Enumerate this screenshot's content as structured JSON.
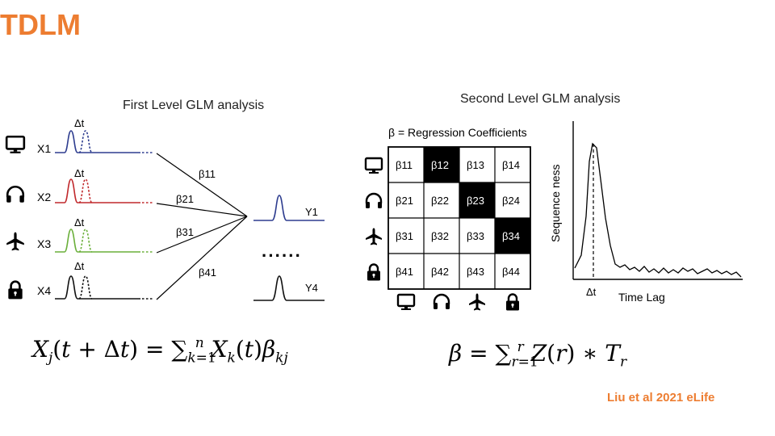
{
  "title": "TDLM",
  "citation": "Liu et al 2021 eLife",
  "first_level": {
    "heading": "First Level GLM analysis",
    "rows": [
      {
        "icon": "monitor-icon",
        "label": "X1",
        "color": "#2E3D8F",
        "delta": "Δt"
      },
      {
        "icon": "headphones-icon",
        "label": "X2",
        "color": "#C0282B",
        "delta": "Δt"
      },
      {
        "icon": "airplane-icon",
        "label": "X3",
        "color": "#6AAF3A",
        "delta": "Δt"
      },
      {
        "icon": "lock-icon",
        "label": "X4",
        "color": "#111111",
        "delta": "Δt"
      }
    ],
    "betas": [
      "β11",
      "β21",
      "β31",
      "β41"
    ],
    "outputs": [
      {
        "label": "Y1",
        "color": "#2E3D8F"
      },
      {
        "label": "Y4",
        "color": "#111111"
      }
    ],
    "dots": "······"
  },
  "second_level": {
    "heading": "Second Level GLM analysis",
    "matrix_caption": "β = Regression Coefficients",
    "matrix": [
      [
        "β11",
        "β12",
        "β13",
        "β14"
      ],
      [
        "β21",
        "β22",
        "β23",
        "β24"
      ],
      [
        "β31",
        "β32",
        "β33",
        "β34"
      ],
      [
        "β41",
        "β42",
        "β43",
        "β44"
      ]
    ],
    "highlighted": [
      "β12",
      "β23",
      "β34"
    ],
    "row_icons": [
      "monitor-icon",
      "headphones-icon",
      "airplane-icon",
      "lock-icon"
    ],
    "col_icons": [
      "monitor-icon",
      "headphones-icon",
      "airplane-icon",
      "lock-icon"
    ],
    "plot": {
      "ylabel": "Sequence ness",
      "xlabel": "Time Lag",
      "marker": "Δt"
    }
  },
  "formulas": {
    "left": "X_j(t + Δt) = Σ_{k=1}^{n} X_k(t) β_{kj}",
    "right": "β = Σ_{r=1}^{r} Z(r) * T_r"
  }
}
